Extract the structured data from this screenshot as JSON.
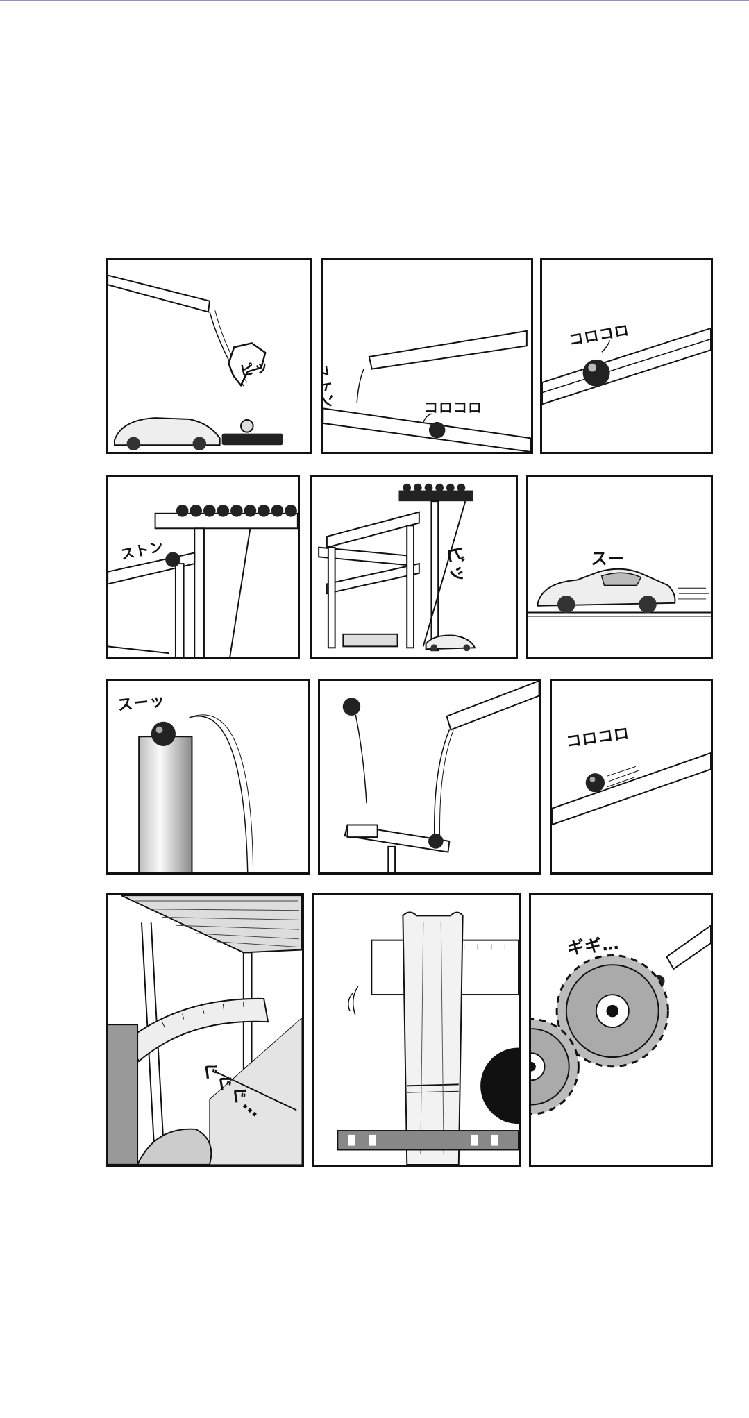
{
  "colors": {
    "ink": "#111111",
    "paper": "#ffffff",
    "topbar": "#8c95c8"
  },
  "panels": [
    {
      "id": "p1",
      "sfx": [
        "ピッ"
      ]
    },
    {
      "id": "p2",
      "sfx": [
        "ストン",
        "コロコロ"
      ]
    },
    {
      "id": "p3",
      "sfx": [
        "コロコロ"
      ]
    },
    {
      "id": "p4",
      "sfx": [
        "ストン"
      ]
    },
    {
      "id": "p5",
      "sfx": [
        "ビッ"
      ]
    },
    {
      "id": "p6",
      "sfx": [
        "スー"
      ]
    },
    {
      "id": "p7",
      "sfx": [
        "スーッ"
      ]
    },
    {
      "id": "p8",
      "sfx": []
    },
    {
      "id": "p9",
      "sfx": [
        "コロコロ"
      ]
    },
    {
      "id": "p10",
      "sfx": [
        "ぐぐぐ…"
      ]
    },
    {
      "id": "p11",
      "sfx": []
    },
    {
      "id": "p12",
      "sfx": [
        "ギギ…"
      ]
    }
  ]
}
